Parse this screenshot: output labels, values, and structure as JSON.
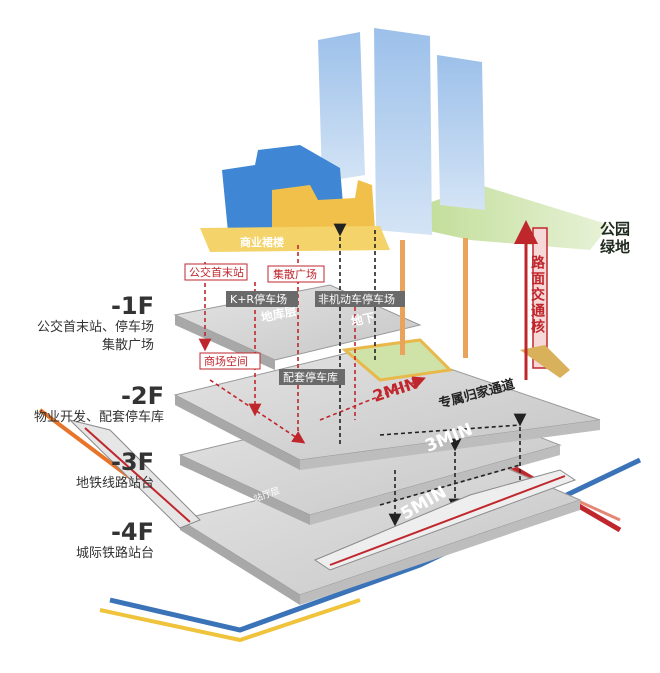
{
  "floors": [
    {
      "code": "-1F",
      "desc_lines": [
        "公交首末站、停车场",
        "集散广场"
      ]
    },
    {
      "code": "-2F",
      "desc_lines": [
        "物业开发、配套停车库"
      ]
    },
    {
      "code": "-3F",
      "desc_lines": [
        "地铁线路站台"
      ]
    },
    {
      "code": "-4F",
      "desc_lines": [
        "城际铁路站台"
      ]
    }
  ],
  "tags": {
    "bus_terminal": "公交首末站",
    "plaza": "集散广场",
    "kr_parking": "K+R停车场",
    "bike_parking": "非机动车停车场",
    "retail_space": "商场空间",
    "garage": "配套停车库",
    "commercial_podium": "商业裙楼",
    "home_passage": "专属归家通道",
    "park_green": "公园\n绿地",
    "road_passage": "路面交通核",
    "station_hall": "站厅层",
    "zone_a": "地库层",
    "zone_b": "地下"
  },
  "times": {
    "t2": "2MIN",
    "t3": "3MIN",
    "t5": "5MIN"
  },
  "colors": {
    "red": "#c0272d",
    "orange": "#e8742a",
    "blue": "#3b73b9",
    "yellow": "#f0c33c",
    "tower_light": "#b8d2ee",
    "podium_blue": "#3f86d4",
    "podium_yellow": "#f1c04a",
    "slab": "#cfcfcf",
    "green": "#8dbf4f"
  }
}
